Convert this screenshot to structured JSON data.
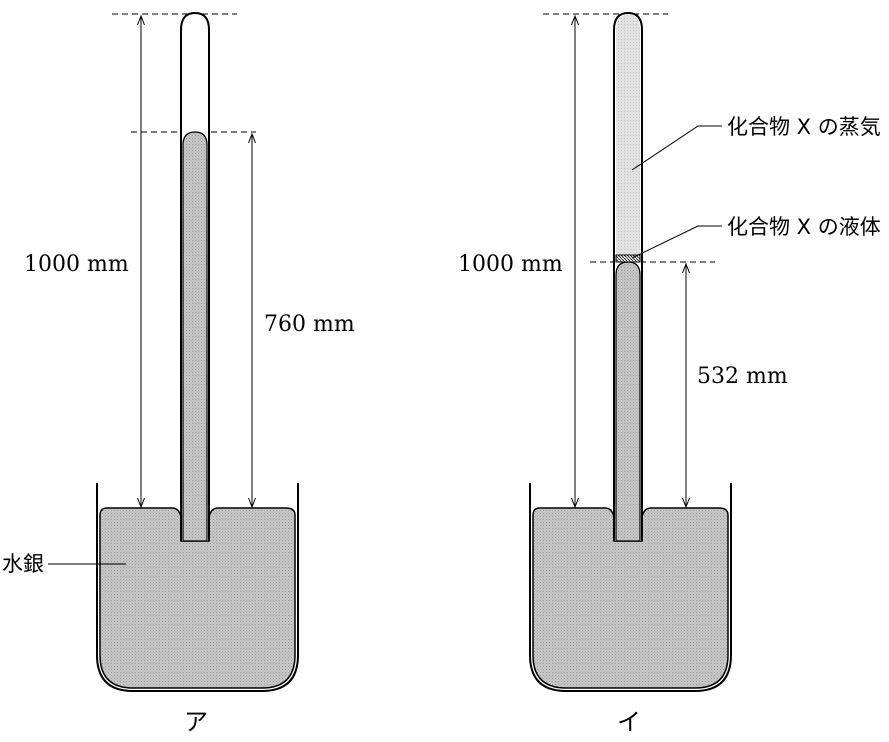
{
  "figure": {
    "panels": [
      {
        "id": "a",
        "caption": "ア",
        "total_height_label": "1000 mm",
        "column_height_label": "760 mm",
        "mercury_label": "水銀",
        "liquid_present": false
      },
      {
        "id": "b",
        "caption": "イ",
        "total_height_label": "1000 mm",
        "column_height_label": "532 mm",
        "vapor_label": "化合物 X の蒸気",
        "liquid_label": "化合物 X の液体",
        "liquid_present": true
      }
    ],
    "colors": {
      "mercury": "#c8c8c8",
      "vapor": "#e2e2e2",
      "outline": "#000000"
    }
  }
}
